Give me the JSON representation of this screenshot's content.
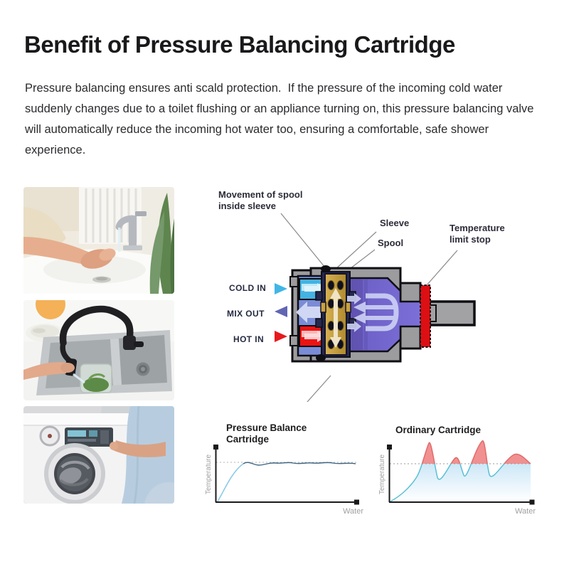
{
  "page": {
    "title": "Benefit of Pressure Balancing Cartridge",
    "intro": "Pressure balancing ensures anti scald protection.  If the pressure of the incoming cold water suddenly changes due to a toilet flushing or an appliance turning on, this pressure balancing valve will automatically reduce the incoming hot water too, ensuring a comfortable, safe shower experience."
  },
  "photos": [
    {
      "description": "Hands being washed under a running chrome faucet at a white sink with a green plant"
    },
    {
      "description": "Black pull-down kitchen faucet rinsing greens in a glass over a stainless steel sink"
    },
    {
      "description": "Person pressing the control panel of a white front-load washing machine"
    }
  ],
  "diagram": {
    "callouts": {
      "movement_line1": "Movement of spool",
      "movement_line2": "inside sleeve",
      "sleeve": "Sleeve",
      "spool": "Spool",
      "temp_line1": "Temperature",
      "temp_line2": "limit stop",
      "cold_in": "COLD IN",
      "mix_out": "MIX OUT",
      "hot_in": "HOT IN"
    },
    "colors": {
      "cold": "#41B6E6",
      "mix": "#6166B4",
      "hot": "#E8181D",
      "body_gray": "#9C9C9E",
      "chamber_purple": "#6E63C8",
      "spool_gold": "#C9A23E",
      "limit_stop_red": "#DC0F13"
    }
  },
  "charts": {
    "left": {
      "title_line1": "Pressure Balance",
      "title_line2": "Cartridge",
      "xlabel": "Water",
      "ylabel": "Temperature"
    },
    "right": {
      "title": "Ordinary Cartridge",
      "xlabel": "Water",
      "ylabel": "Temperature"
    }
  },
  "chart_data": [
    {
      "type": "area",
      "title": "Pressure Balance Cartridge",
      "xlabel": "Water",
      "ylabel": "Temperature",
      "x": [
        0,
        5,
        10,
        15,
        20,
        30,
        40,
        50,
        60,
        70,
        80,
        90,
        100
      ],
      "values": [
        0,
        20,
        42,
        60,
        70,
        70,
        69,
        71,
        70,
        70,
        71,
        70,
        70
      ],
      "threshold": {
        "value": 71,
        "style": "dotted"
      },
      "ylim": [
        0,
        115
      ],
      "legend_position": "none",
      "grid": false,
      "annotation": "temperature rises once then holds steady at the set level",
      "fill_color": "#B5DDF3",
      "line_color": "#3F6480"
    },
    {
      "type": "area",
      "title": "Ordinary Cartridge",
      "xlabel": "Water",
      "ylabel": "Temperature",
      "x": [
        0,
        10,
        19,
        28,
        34,
        47,
        53,
        66,
        71,
        88,
        100
      ],
      "values": [
        0,
        20,
        45,
        107,
        46,
        80,
        50,
        111,
        51,
        87,
        70
      ],
      "threshold": {
        "value": 70,
        "style": "dotted"
      },
      "ylim": [
        0,
        115
      ],
      "legend_position": "none",
      "grid": false,
      "annotation": "temperature repeatedly spikes above the safe level (red peaks)",
      "fill_color_below": "#B5DDF3",
      "fill_color_above": "#F19090",
      "line_color_below": "#58C0D6",
      "line_color_above": "#E26B6B"
    }
  ]
}
